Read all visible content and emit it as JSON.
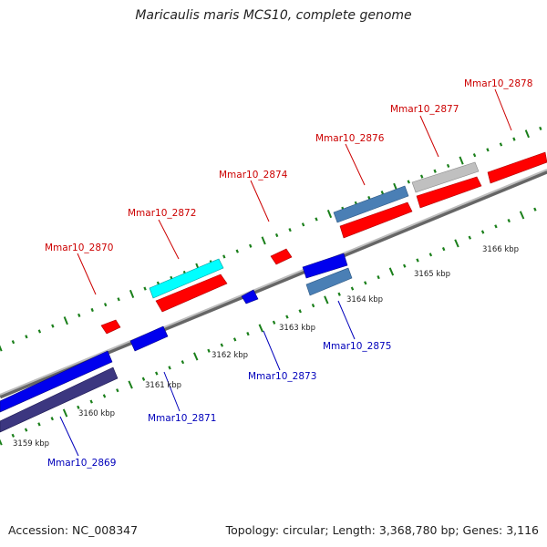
{
  "title": "Maricaulis maris MCS10, complete genome",
  "footer": {
    "accession": "Accession: NC_008347",
    "summary": "Topology: circular; Length: 3,368,780 bp; Genes: 3,116"
  },
  "colors": {
    "forward": "#ff0000",
    "reverse": "#0000ff",
    "backbone": "#888888",
    "tick": "#1a7f1a",
    "label_forward": "#cc0000",
    "label_reverse": "#0000bb"
  },
  "scale": {
    "ticks": [
      {
        "label": "3159 kbp"
      },
      {
        "label": "3160 kbp"
      },
      {
        "label": "3161 kbp"
      },
      {
        "label": "3162 kbp"
      },
      {
        "label": "3163 kbp"
      },
      {
        "label": "3164 kbp"
      },
      {
        "label": "3165 kbp"
      },
      {
        "label": "3166 kbp"
      }
    ]
  },
  "genes_forward": [
    {
      "label": "Mmar10_2870"
    },
    {
      "label": "Mmar10_2872"
    },
    {
      "label": "Mmar10_2874"
    },
    {
      "label": "Mmar10_2876"
    },
    {
      "label": "Mmar10_2877"
    },
    {
      "label": "Mmar10_2878"
    }
  ],
  "genes_reverse": [
    {
      "label": "Mmar10_2869"
    },
    {
      "label": "Mmar10_2871"
    },
    {
      "label": "Mmar10_2873"
    },
    {
      "label": "Mmar10_2875"
    }
  ]
}
